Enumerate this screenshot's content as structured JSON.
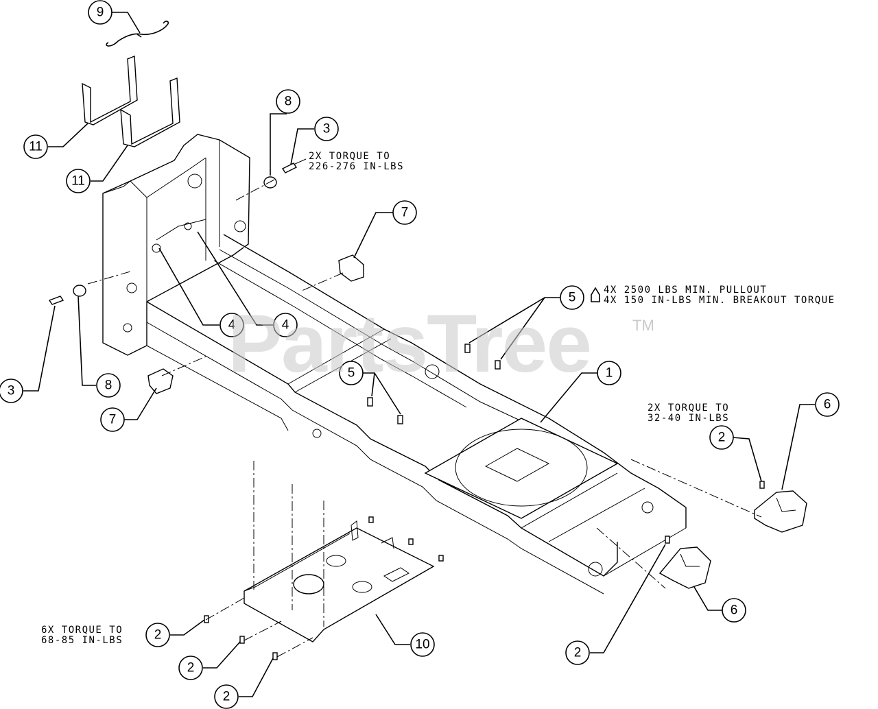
{
  "watermark": {
    "text": "PartsTree",
    "trademark": "TM"
  },
  "notes": {
    "torque_226": "2X TORQUE TO\n226-276 IN-LBS",
    "pullout": "4X 2500 LBS MIN. PULLOUT\n4X 150 IN-LBS MIN. BREAKOUT TORQUE",
    "torque_32": "2X TORQUE TO\n32-40 IN-LBS",
    "torque_68": "6X TORQUE TO\n68-85 IN-LBS"
  },
  "callouts": [
    "9",
    "11",
    "11",
    "8",
    "3",
    "7",
    "4",
    "4",
    "3",
    "8",
    "7",
    "5",
    "5",
    "1",
    "6",
    "2",
    "6",
    "2",
    "2",
    "2",
    "10",
    "2"
  ],
  "colors": {
    "line": "#000000",
    "watermark": "#c9c9c9"
  }
}
